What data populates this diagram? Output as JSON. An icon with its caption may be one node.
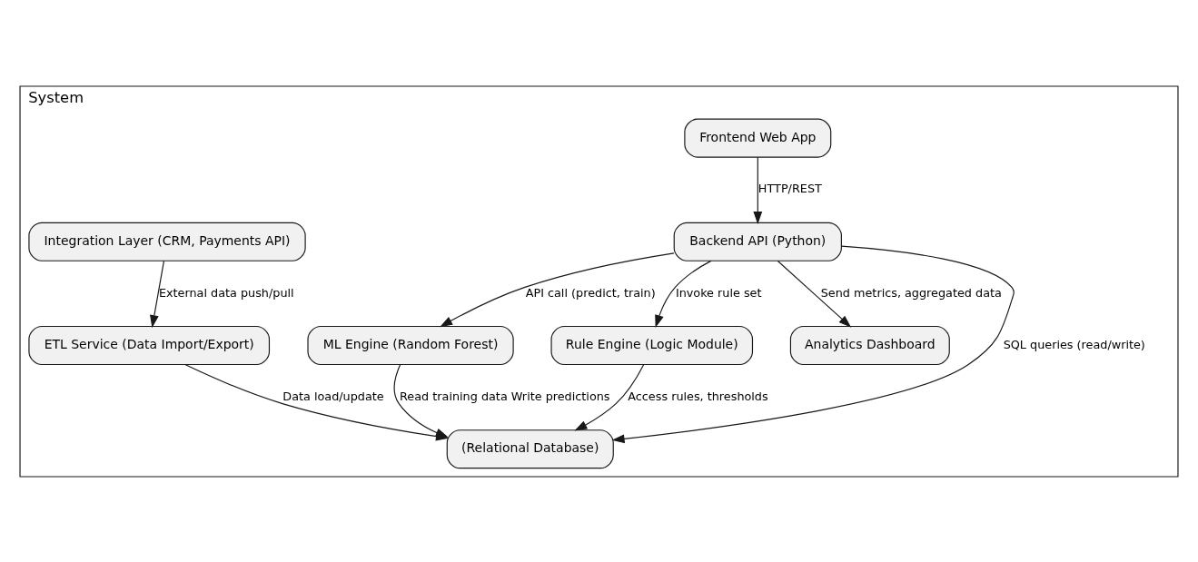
{
  "diagram": {
    "nodes": [
      {
        "text": [
          "System"
        ]
      },
      {
        "text": [
          "Frontend Web App"
        ],
        "in": 0
      },
      {
        "text": [
          "Backend API (Python)"
        ],
        "in": 0
      },
      {
        "text": [
          "Integration Layer (CRM, Payments API)"
        ],
        "in": 0
      },
      {
        "text": [
          "ML Engine (Random Forest)"
        ],
        "in": 0
      },
      {
        "text": [
          "Rule Engine (Logic Module)"
        ],
        "in": 0
      },
      {
        "text": [
          "Analytics Dashboard"
        ],
        "in": 0
      },
      {
        "text": [
          "ETL Service (Data Import/Export)"
        ],
        "in": 0
      },
      {
        "text": [
          "(Relational Database)"
        ],
        "in": 0
      }
    ],
    "edges": [
      {
        "from": 1,
        "to": 2,
        "arrow": "to",
        "label": "HTTP/REST"
      },
      {
        "from": 2,
        "to": 4,
        "arrow": "to",
        "label": "API call (predict, train)"
      },
      {
        "from": 2,
        "to": 5,
        "arrow": "to",
        "label": "Invoke rule set"
      },
      {
        "from": 2,
        "to": 6,
        "arrow": "to",
        "label": "Send metrics, aggregated data"
      },
      {
        "from": 2,
        "to": 8,
        "arrow": "to",
        "label": "SQL queries (read/write)"
      },
      {
        "from": 3,
        "to": 7,
        "arrow": "to",
        "label": "External data push/pull"
      },
      {
        "from": 4,
        "to": 8,
        "arrow": "to",
        "label": "Read training data Write predictions"
      },
      {
        "from": 5,
        "to": 8,
        "arrow": "to",
        "label": "Access rules, thresholds"
      },
      {
        "from": 7,
        "to": 8,
        "arrow": "to",
        "label": "Data load/update"
      }
    ]
  }
}
